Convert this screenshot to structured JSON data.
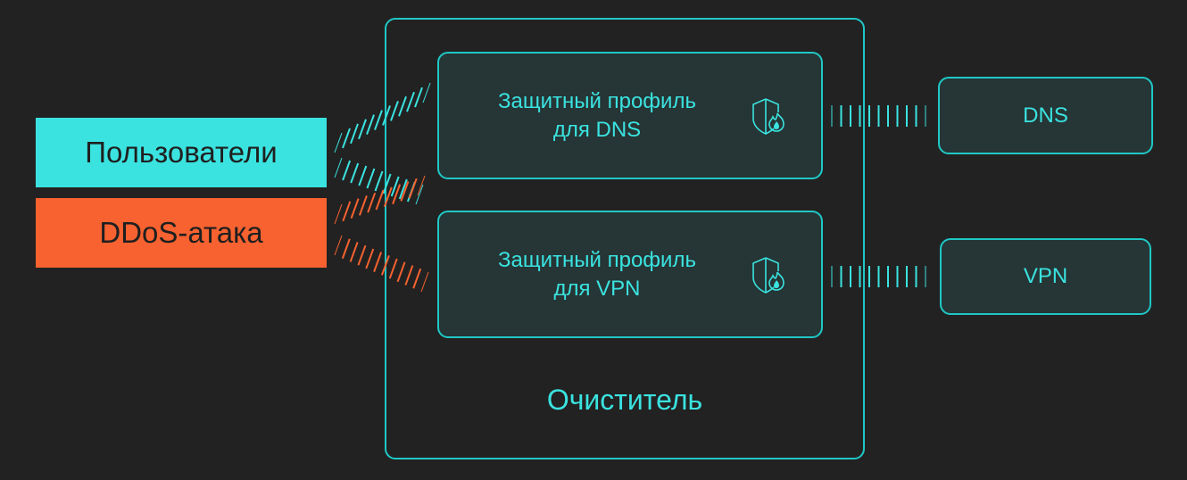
{
  "sources": {
    "users": {
      "label": "Пользователи",
      "color": "#3ae3e0"
    },
    "ddos": {
      "label": "DDoS-атака",
      "color": "#f76230"
    }
  },
  "cleaner": {
    "label": "Очиститель",
    "profiles": [
      {
        "line1": "Защитный профиль",
        "line2": "для DNS",
        "icon": "shield-fire-icon"
      },
      {
        "line1": "Защитный профиль",
        "line2": "для VPN",
        "icon": "shield-fire-icon"
      }
    ]
  },
  "targets": [
    {
      "label": "DNS"
    },
    {
      "label": "VPN"
    }
  ],
  "colors": {
    "background": "#222222",
    "accent": "#3ae3e0",
    "border": "#1fc8c6",
    "box_fill": "#263535",
    "attack": "#f76230"
  }
}
